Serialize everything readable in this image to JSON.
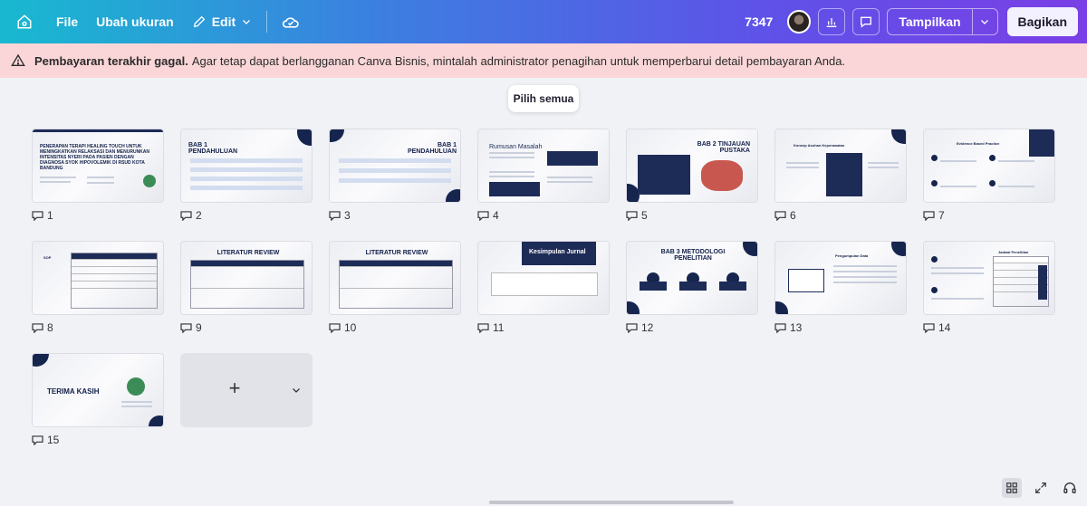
{
  "topbar": {
    "file_label": "File",
    "resize_label": "Ubah ukuran",
    "edit_label": "Edit",
    "count": "7347",
    "show_label": "Tampilkan",
    "share_label": "Bagikan"
  },
  "alert": {
    "bold_text": "Pembayaran terakhir gagal.",
    "text": "Agar tetap dapat berlangganan Canva Bisnis, mintalah administrator penagihan untuk memperbarui detail pembayaran Anda."
  },
  "select_all_label": "Pilih semua",
  "slides": [
    {
      "num": "1",
      "title": "PENERAPAN TERAPI HEALING TOUCH UNTUK MENINGKATKAN RELAKSASI DAN MENURUNKAN INTENSITAS NYERI PADA PASIEN DENGAN DIAGNOSA SYOK HIPOVOLEMIK DI RSUD KOTA BANDUNG"
    },
    {
      "num": "2",
      "title": "BAB 1 PENDAHULUAN"
    },
    {
      "num": "3",
      "title": "BAB 1 PENDAHULUAN"
    },
    {
      "num": "4",
      "title": "Rumusan Masalah"
    },
    {
      "num": "5",
      "title": "BAB 2 TINJAUAN PUSTAKA"
    },
    {
      "num": "6",
      "title": "Konsep Asuhan Keperawatan"
    },
    {
      "num": "7",
      "title": "Evidence Based Practice"
    },
    {
      "num": "8",
      "title": "SOP"
    },
    {
      "num": "9",
      "title": "LITERATUR REVIEW"
    },
    {
      "num": "10",
      "title": "LITERATUR REVIEW"
    },
    {
      "num": "11",
      "title": "Kesimpulan Jurnal"
    },
    {
      "num": "12",
      "title": "BAB 3 METODOLOGI PENELITIAN"
    },
    {
      "num": "13",
      "title": "Pengumpulan Data"
    },
    {
      "num": "14",
      "title": "Jadwal Penelitian"
    },
    {
      "num": "15",
      "title": "TERIMA KASIH"
    }
  ],
  "colors": {
    "accent": "#1d2b57",
    "alert_bg": "#fbd6d8"
  }
}
